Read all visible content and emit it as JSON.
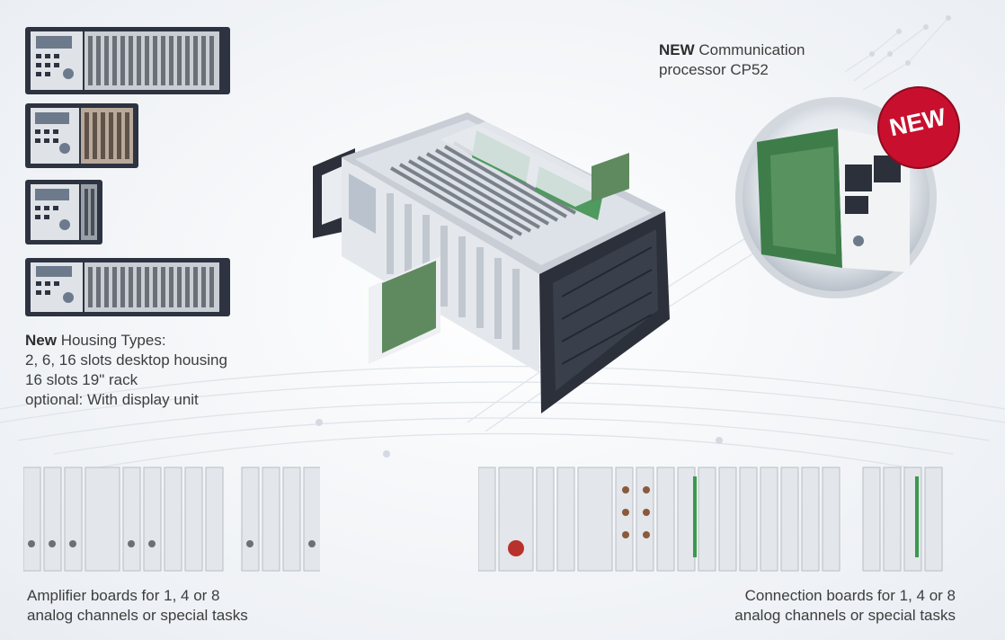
{
  "housing": {
    "prefix": "New",
    "rest": " Housing Types:",
    "line2": "2, 6, 16 slots desktop housing",
    "line3": "16 slots 19\" rack",
    "line4": "optional: With display unit"
  },
  "communication": {
    "prefix": "NEW",
    "rest": " Communication",
    "line2": "processor CP52",
    "badge": "NEW"
  },
  "amplifier": {
    "line1": "Amplifier boards for 1, 4 or 8",
    "line2": "analog channels or special tasks"
  },
  "connection": {
    "line1": "Connection boards for 1, 4 or 8",
    "line2": "analog channels or special tasks"
  },
  "colors": {
    "accent_red": "#c8102e",
    "housing_dark": "#2d3340",
    "board_grey": "#e3e6ea"
  }
}
